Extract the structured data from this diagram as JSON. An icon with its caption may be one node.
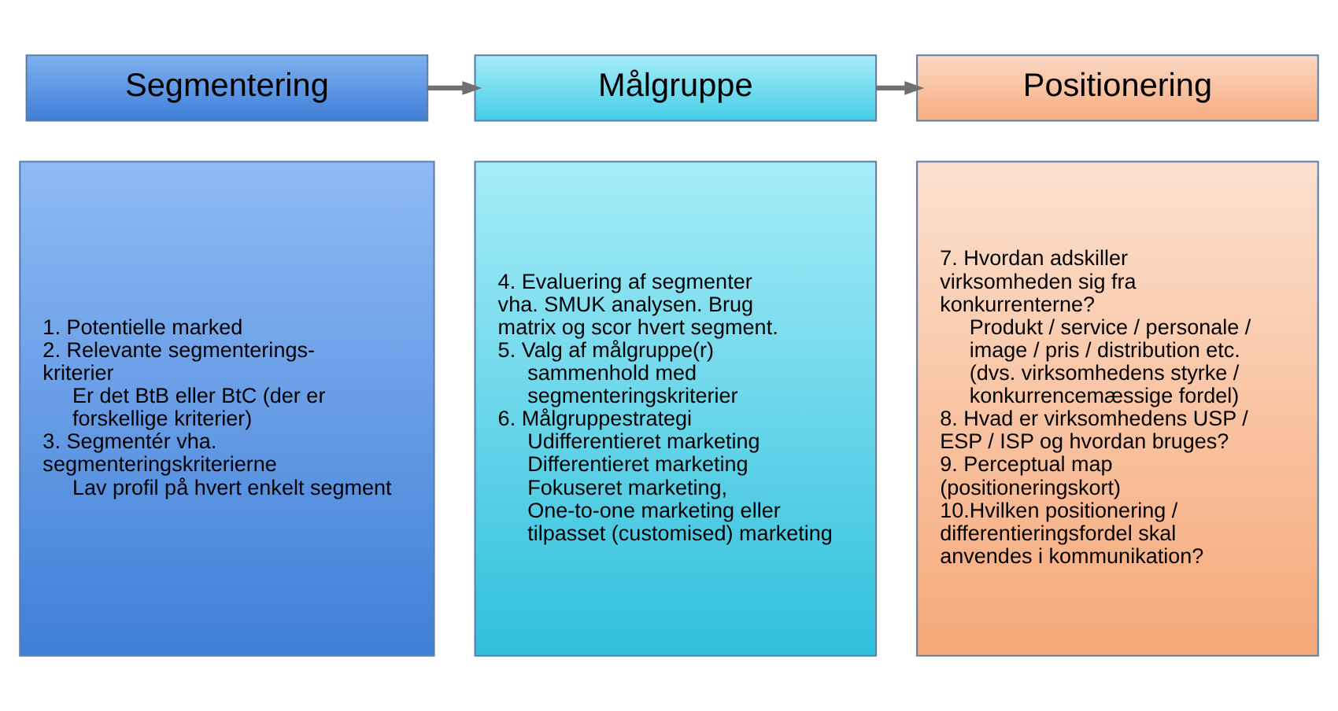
{
  "diagram": {
    "nodes": [
      {
        "text": [
          "Segmentering"
        ]
      },
      {
        "text": [
          "Målgruppe"
        ]
      },
      {
        "text": [
          "Positionering"
        ]
      },
      {
        "text": [
          "1. Potentielle marked",
          "2. Relevante segmenterings- kriterier",
          "Er det BtB eller BtC (der er forskellige kriterier)",
          "3. Segmentér vha. segmenteringskriterierne",
          "Lav profil på hvert enkelt segment"
        ]
      },
      {
        "text": [
          "4. Evaluering af segmenter vha. SMUK analysen. Brug matrix og scor hvert segment.",
          "5. Valg af målgruppe(r)",
          "sammenhold med segmenteringskriterier",
          "6. Målgruppestrategi",
          "Udifferentieret marketing",
          "Differentieret marketing",
          "Fokuseret marketing,",
          "One-to-one marketing eller tilpasset (customised) marketing"
        ]
      },
      {
        "text": [
          "7. Hvordan adskiller virksomheden sig fra konkurrenterne?",
          "Produkt / service / personale / image / pris / distribution etc. (dvs. virksomhedens styrke / konkurrencemæssige fordel)",
          "8. Hvad er virksomhedens USP / ESP / ISP og hvordan bruges?",
          "9. Perceptual map (positioneringskort)",
          "10.Hvilken positionering / differentieringsfordel skal anvendes i kommunikation?"
        ]
      }
    ],
    "edges": [
      {
        "from": 0,
        "to": 1,
        "arrow": "to"
      },
      {
        "from": 1,
        "to": 2,
        "arrow": "to"
      }
    ]
  }
}
